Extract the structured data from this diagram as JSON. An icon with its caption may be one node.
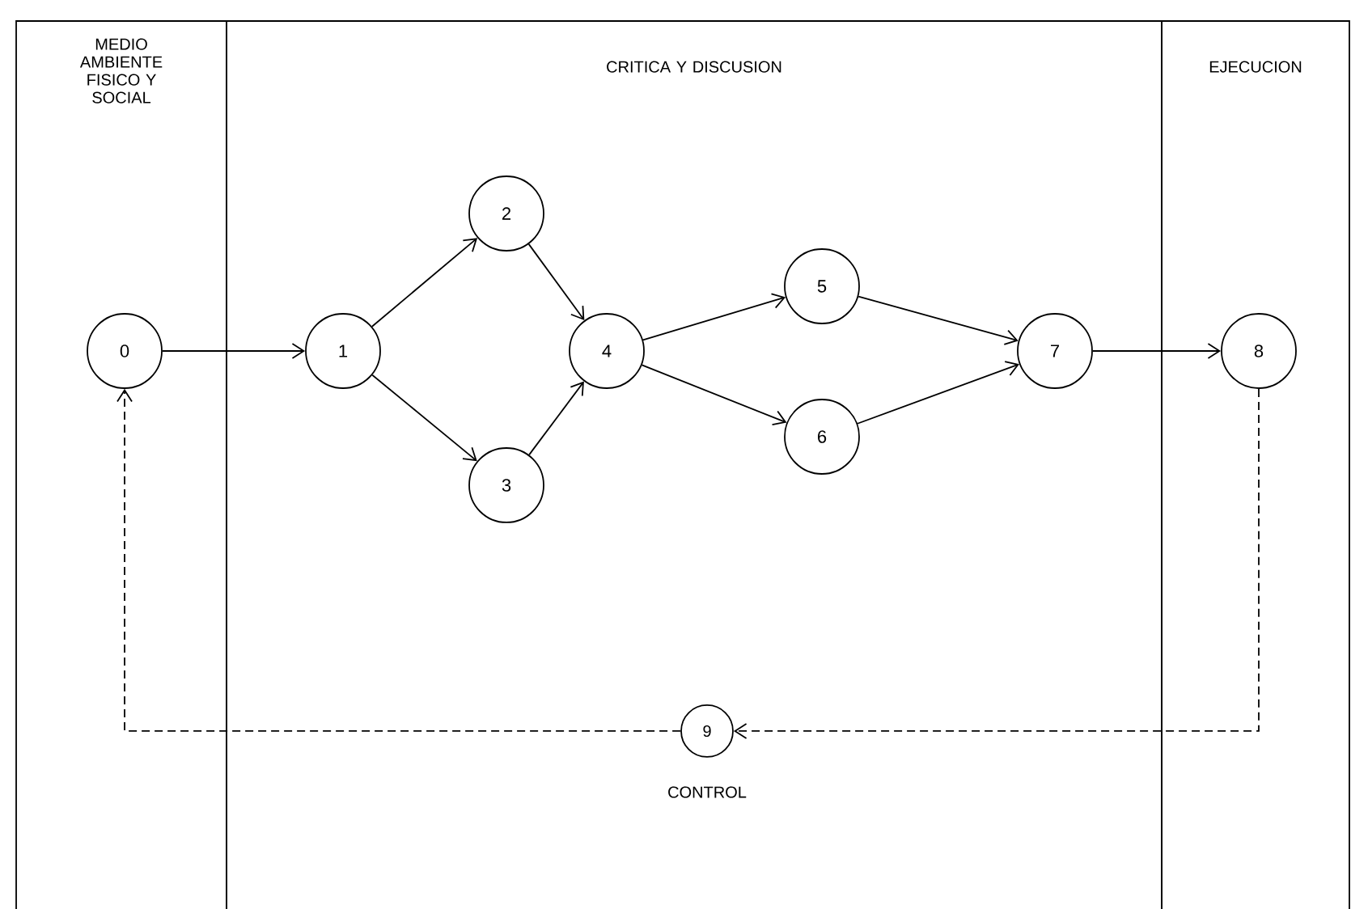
{
  "diagram": {
    "nodes": [
      {
        "text": [
          "MEDIO AMBIENTE FISICO Y SOCIAL"
        ]
      },
      {
        "text": [
          "CRITICA Y DISCUSION"
        ]
      },
      {
        "text": [
          "EJECUCION"
        ]
      },
      {
        "text": [
          "0"
        ],
        "in": 0
      },
      {
        "text": [
          "1"
        ],
        "in": 1
      },
      {
        "text": [
          "2"
        ],
        "in": 1
      },
      {
        "text": [
          "3"
        ],
        "in": 1
      },
      {
        "text": [
          "4"
        ],
        "in": 1
      },
      {
        "text": [
          "5"
        ],
        "in": 1
      },
      {
        "text": [
          "6"
        ],
        "in": 1
      },
      {
        "text": [
          "7"
        ],
        "in": 1
      },
      {
        "text": [
          "8"
        ],
        "in": 2
      },
      {
        "text": [
          "9"
        ],
        "beside": [
          "CONTROL"
        ],
        "in": 1
      }
    ],
    "edges": [
      {
        "from": 3,
        "to": 4,
        "arrow": "to"
      },
      {
        "from": 4,
        "to": 5,
        "arrow": "to"
      },
      {
        "from": 4,
        "to": 6,
        "arrow": "to"
      },
      {
        "from": 5,
        "to": 7,
        "arrow": "to"
      },
      {
        "from": 6,
        "to": 7,
        "arrow": "to"
      },
      {
        "from": 7,
        "to": 8,
        "arrow": "to"
      },
      {
        "from": 7,
        "to": 9,
        "arrow": "to"
      },
      {
        "from": 8,
        "to": 10,
        "arrow": "to"
      },
      {
        "from": 9,
        "to": 10,
        "arrow": "to"
      },
      {
        "from": 10,
        "to": 11,
        "arrow": "to"
      },
      {
        "from": 11,
        "to": 12,
        "arrow": "to",
        "style": "dashed"
      },
      {
        "from": 12,
        "to": 3,
        "arrow": "to",
        "style": "dashed"
      }
    ]
  }
}
